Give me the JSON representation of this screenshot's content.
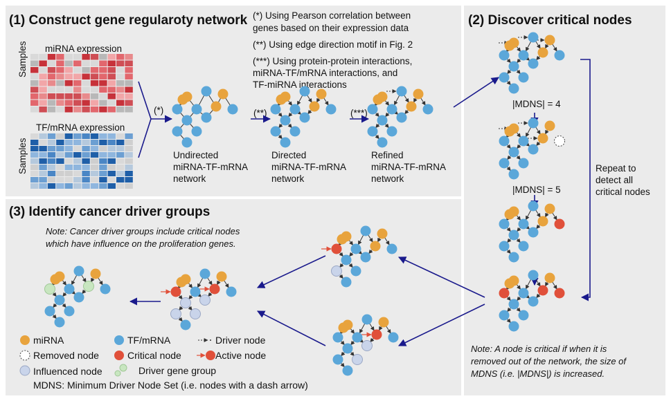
{
  "sections": {
    "construct": {
      "title": "(1) Construct gene regularoty network",
      "notes": [
        "(*) Using Pearson correlation between",
        "genes based on their expression data",
        "(**) Using edge direction motif in Fig. 2",
        "(***) Using protein-protein interactions,",
        "miRNA-TF/mRNA interactions, and",
        "TF-miRNA interactions"
      ],
      "mirna_heatmap_label": "miRNA expression",
      "tf_heatmap_label": "TF/mRNA expression",
      "samples_label": "Samples",
      "step_markers": [
        "(*)",
        "(**)",
        "(***)"
      ],
      "networks": [
        {
          "line1": "Undirected",
          "line2": "miRNA-TF-mRNA",
          "line3": "network"
        },
        {
          "line1": "Directed",
          "line2": "miRNA-TF-mRNA",
          "line3": "network"
        },
        {
          "line1": "Refined",
          "line2": "miRNA-TF-mRNA",
          "line3": "network"
        }
      ]
    },
    "discover": {
      "title": "(2) Discover critical nodes",
      "mdns_labels": [
        "|MDNS| = 4",
        "|MDNS| = 5"
      ],
      "repeat_note": [
        "Repeat to",
        "detect all",
        "critical nodes"
      ],
      "note": [
        "Note: A node is critical if when it is",
        "removed out of the network, the size of",
        "MDNS (i.e. |MDNS|) is increased."
      ]
    },
    "identify": {
      "title": "(3) Identify cancer driver groups",
      "note": [
        "Note: Cancer driver groups include critical nodes",
        "which have influence on the proliferation genes."
      ]
    }
  },
  "legend": {
    "mirna": "miRNA",
    "tf_mrna": "TF/mRNA",
    "driver_node": "Driver node",
    "removed_node": "Removed node",
    "critical_node": "Critical node",
    "active_node": "Active node",
    "influenced_node": "Influenced node",
    "driver_gene_group": "Driver gene group",
    "mdns_definition": "MDNS: Minimum Driver Node Set (i.e. nodes with a dash arrow)"
  },
  "colors": {
    "mirna": "#e8a33d",
    "tf_mrna": "#5ba7d9",
    "critical": "#e0503a",
    "influenced": "#c9d4ea",
    "driver_group": "#c8e6c0",
    "arrow": "#1a1a8c",
    "panel_bg": "#ebebeb"
  }
}
